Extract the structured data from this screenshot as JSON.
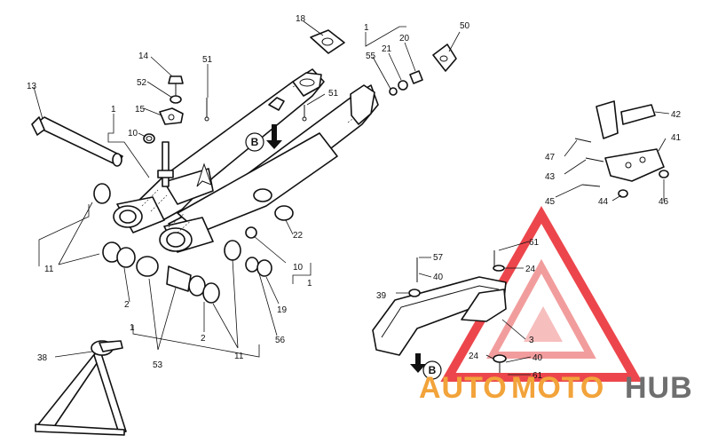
{
  "callouts": [
    {
      "id": "c13",
      "text": "13"
    },
    {
      "id": "c14",
      "text": "14"
    },
    {
      "id": "c52",
      "text": "52"
    },
    {
      "id": "c15",
      "text": "15"
    },
    {
      "id": "c10a",
      "text": "10"
    },
    {
      "id": "c51a",
      "text": "51"
    },
    {
      "id": "c1a",
      "text": "1"
    },
    {
      "id": "c18",
      "text": "18"
    },
    {
      "id": "c1b",
      "text": "1"
    },
    {
      "id": "c55",
      "text": "55"
    },
    {
      "id": "c21",
      "text": "21"
    },
    {
      "id": "c20",
      "text": "20"
    },
    {
      "id": "c50",
      "text": "50"
    },
    {
      "id": "c51b",
      "text": "51"
    },
    {
      "id": "c42",
      "text": "42"
    },
    {
      "id": "c41",
      "text": "41"
    },
    {
      "id": "c47",
      "text": "47"
    },
    {
      "id": "c43",
      "text": "43"
    },
    {
      "id": "c45",
      "text": "45"
    },
    {
      "id": "c44",
      "text": "44"
    },
    {
      "id": "c46",
      "text": "46"
    },
    {
      "id": "c22",
      "text": "22"
    },
    {
      "id": "c10b",
      "text": "10"
    },
    {
      "id": "c1c",
      "text": "1"
    },
    {
      "id": "c19",
      "text": "19"
    },
    {
      "id": "c56",
      "text": "56"
    },
    {
      "id": "c11a",
      "text": "11"
    },
    {
      "id": "c2a",
      "text": "2"
    },
    {
      "id": "c1d",
      "text": "1"
    },
    {
      "id": "c53",
      "text": "53"
    },
    {
      "id": "c2b",
      "text": "2"
    },
    {
      "id": "c11b",
      "text": "11"
    },
    {
      "id": "c38",
      "text": "38"
    },
    {
      "id": "c57",
      "text": "57"
    },
    {
      "id": "c40a",
      "text": "40"
    },
    {
      "id": "c39",
      "text": "39"
    },
    {
      "id": "c61a",
      "text": "61"
    },
    {
      "id": "c24a",
      "text": "24"
    },
    {
      "id": "c3",
      "text": "3"
    },
    {
      "id": "c24b",
      "text": "24"
    },
    {
      "id": "c40b",
      "text": "40"
    },
    {
      "id": "c61b",
      "text": "61"
    }
  ],
  "view_markers": [
    {
      "id": "b1",
      "text": "B"
    },
    {
      "id": "b2",
      "text": "B"
    }
  ],
  "watermark": {
    "part1": "AUTO",
    "part2": "MOTO",
    "part3": "HUB",
    "color_orange": "#f2a33a",
    "color_red": "#e9262d",
    "color_grey": "#6f6f6f"
  }
}
